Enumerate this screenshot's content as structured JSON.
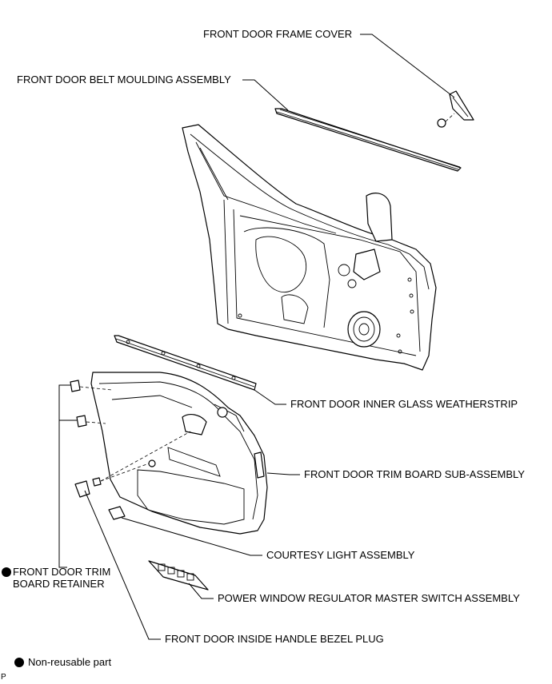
{
  "labels": {
    "frame_cover": "FRONT DOOR FRAME COVER",
    "belt_moulding": "FRONT DOOR BELT MOULDING ASSEMBLY",
    "inner_glass_weatherstrip": "FRONT DOOR INNER GLASS WEATHERSTRIP",
    "trim_board": "FRONT DOOR TRIM BOARD SUB-ASSEMBLY",
    "courtesy_light": "COURTESY LIGHT ASSEMBLY",
    "trim_retainer_line1": "FRONT DOOR TRIM",
    "trim_retainer_line2": "BOARD RETAINER",
    "master_switch": "POWER WINDOW REGULATOR MASTER SWITCH ASSEMBLY",
    "bezel_plug": "FRONT DOOR INSIDE HANDLE BEZEL PLUG"
  },
  "legend": {
    "non_reusable": "Non-reusable part"
  },
  "corner_mark": "P"
}
